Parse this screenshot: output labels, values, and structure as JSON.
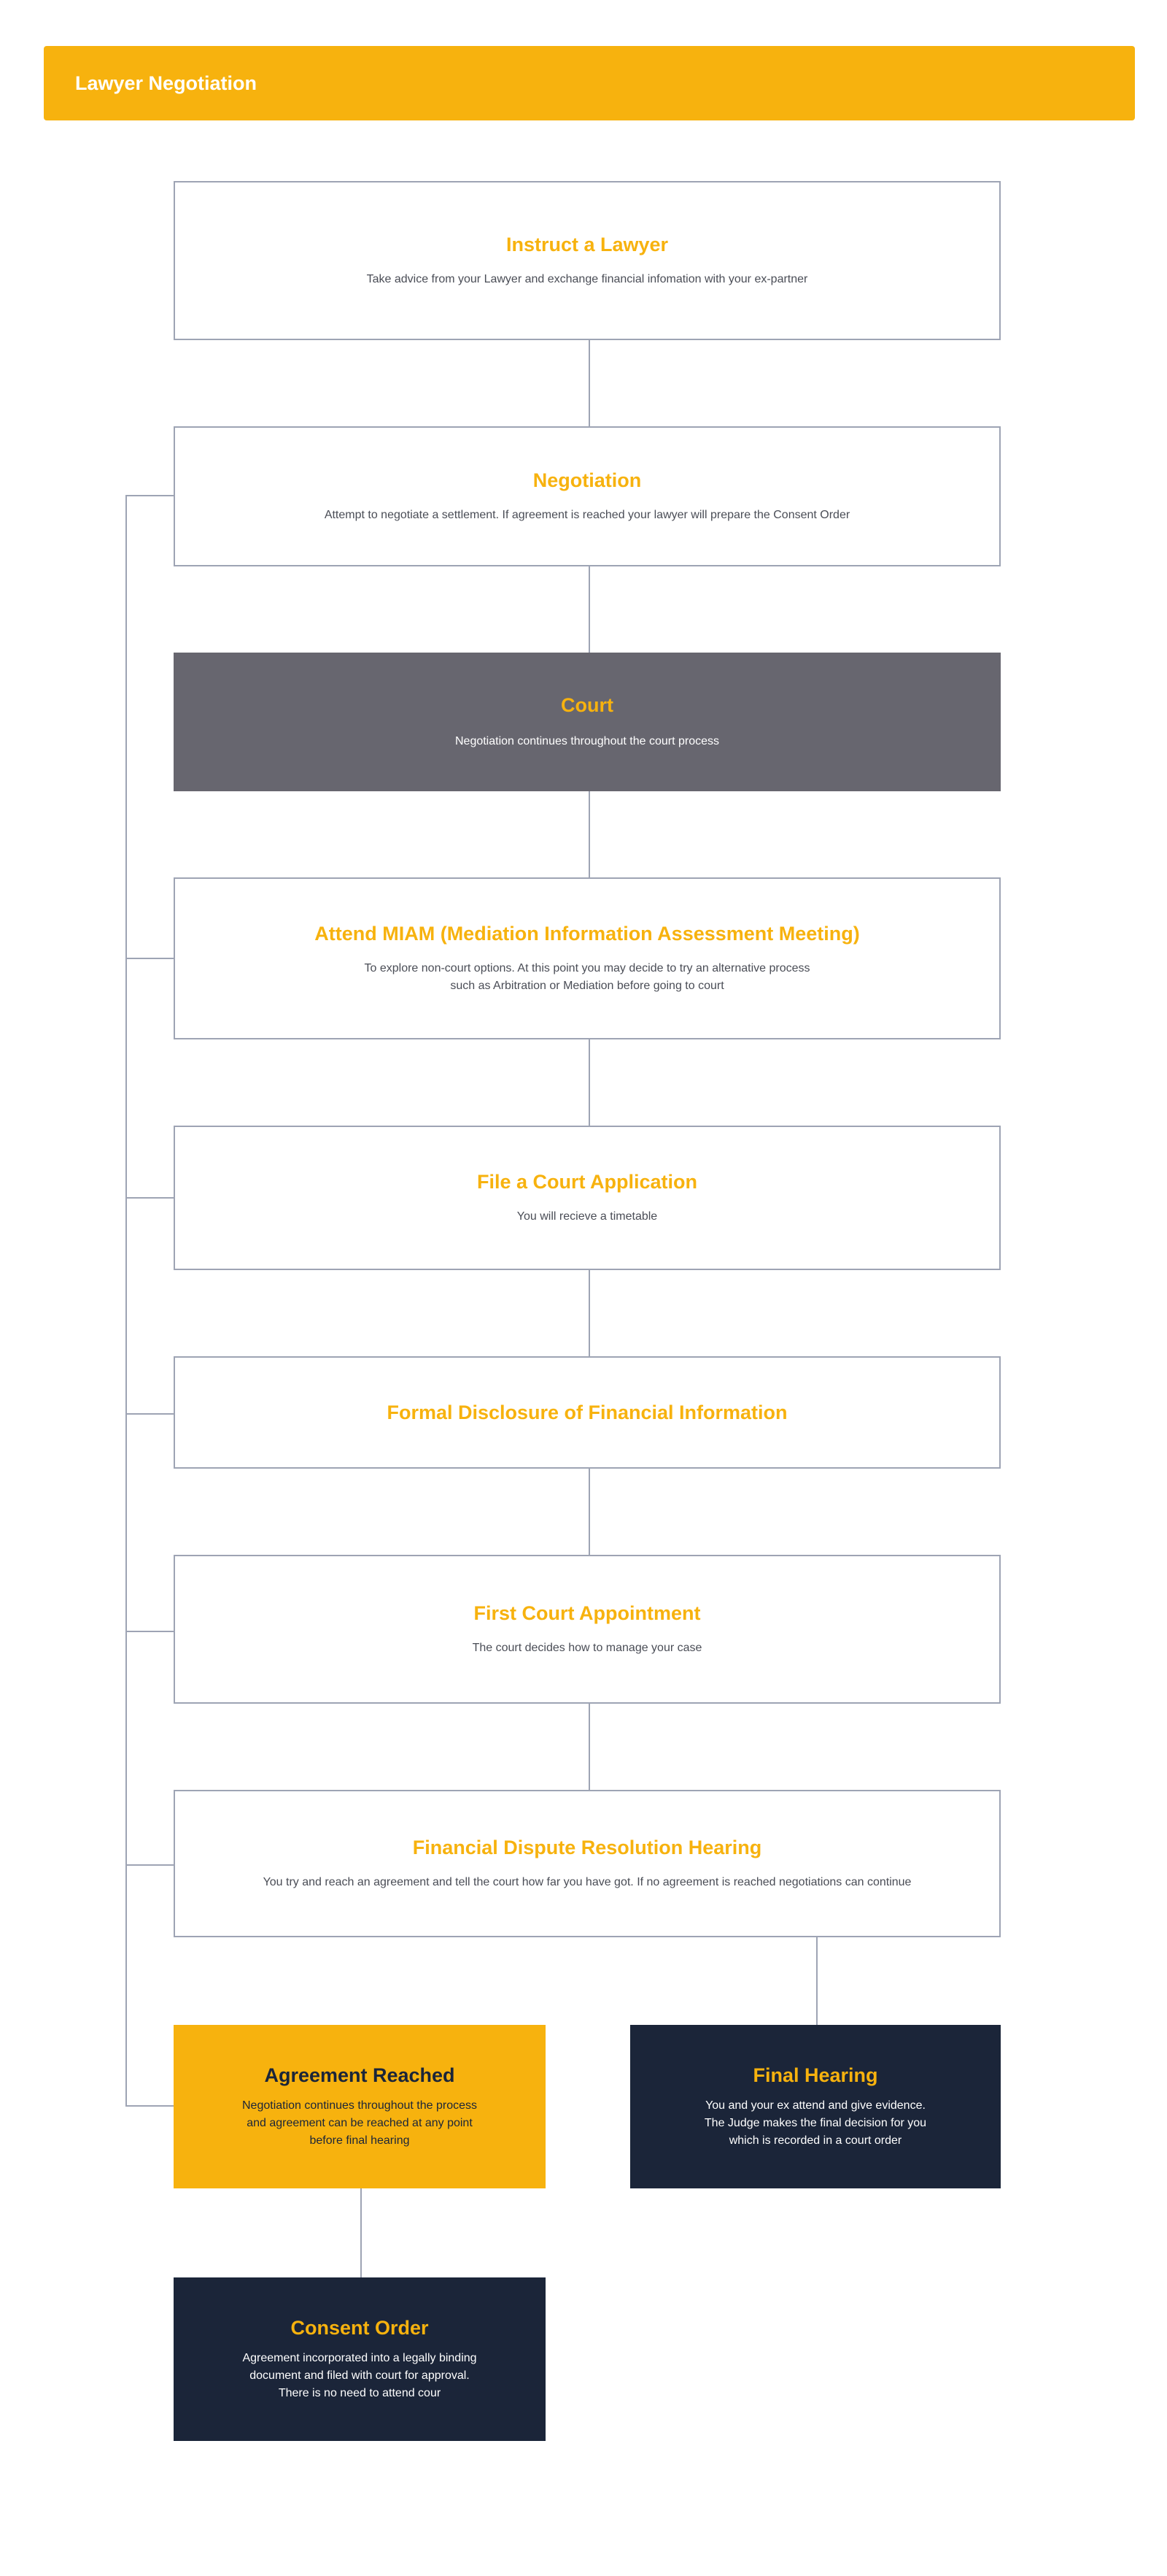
{
  "header": {
    "title": "Lawyer Negotiation"
  },
  "colors": {
    "accent": "#f7b20e",
    "navy": "#1b2539",
    "grey": "#67666f",
    "line": "#9ea4b4"
  },
  "steps": {
    "instruct": {
      "title": "Instruct a Lawyer",
      "desc": "Take advice from your Lawyer and exchange financial infomation with your ex-partner"
    },
    "negotiation": {
      "title": "Negotiation",
      "desc": "Attempt to negotiate a settlement. If agreement is reached your lawyer will prepare the Consent Order"
    },
    "court": {
      "title": "Court",
      "desc": "Negotiation continues throughout the court process"
    },
    "miam": {
      "title": "Attend MIAM (Mediation Information Assessment Meeting)",
      "desc": "To explore non-court options. At this point you may decide to try an alternative process\nsuch as Arbitration or Mediation before going to court"
    },
    "file": {
      "title": "File a Court Application",
      "desc": "You will recieve a timetable"
    },
    "disclosure": {
      "title": "Formal Disclosure of Financial Information"
    },
    "first": {
      "title": "First Court Appointment",
      "desc": "The court decides how to manage your case"
    },
    "fdr": {
      "title": "Financial Dispute Resolution Hearing",
      "desc": "You try and reach an agreement and tell the court how far you have got. If no agreement is reached negotiations can continue"
    },
    "agreement": {
      "title": "Agreement Reached",
      "desc": "Negotiation continues throughout the process\nand agreement can be reached at any point\nbefore final hearing"
    },
    "final": {
      "title": "Final Hearing",
      "desc": "You and your ex attend and give evidence.\nThe Judge makes the final decision for you\nwhich is recorded in a court order"
    },
    "consent": {
      "title": "Consent Order",
      "desc": "Agreement incorporated into a legally binding\ndocument and filed with court for approval.\nThere is no need to attend cour"
    }
  }
}
